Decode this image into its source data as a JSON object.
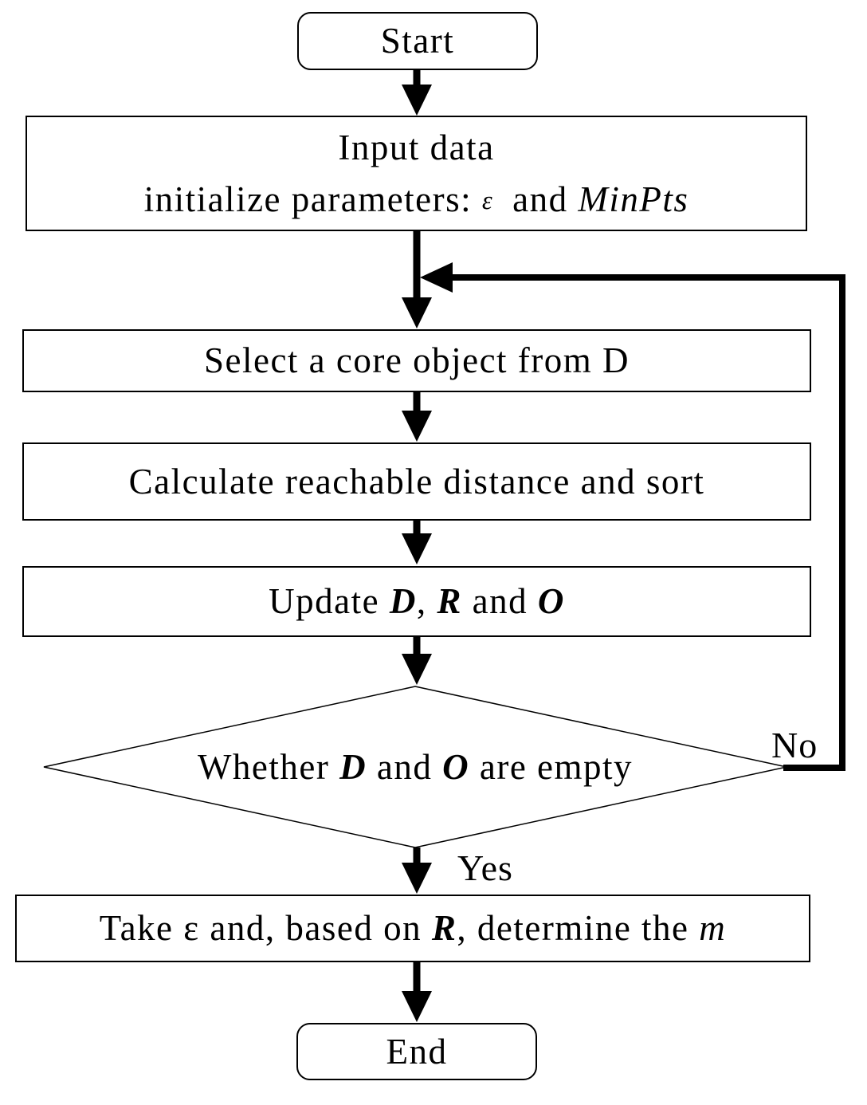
{
  "colors": {
    "ink": "#000000",
    "paper": "#ffffff"
  },
  "labels": {
    "no": "No",
    "yes": "Yes"
  },
  "nodes": [
    {
      "id": "start",
      "shape": "rounded",
      "lines": [
        [
          {
            "t": "Start",
            "s": "n"
          }
        ]
      ]
    },
    {
      "id": "input",
      "shape": "rect",
      "lines": [
        [
          {
            "t": "Input data",
            "s": "n"
          }
        ],
        [
          {
            "t": "initialize parameters: ",
            "s": "n"
          },
          {
            "t": "ε",
            "s": "eps"
          },
          {
            "t": "  and ",
            "s": "n"
          },
          {
            "t": "MinPts",
            "s": "i"
          }
        ]
      ]
    },
    {
      "id": "select",
      "shape": "rect",
      "lines": [
        [
          {
            "t": "Select a core object from D",
            "s": "n"
          }
        ]
      ]
    },
    {
      "id": "calculate",
      "shape": "rect",
      "lines": [
        [
          {
            "t": "Calculate reachable distance and sort",
            "s": "n"
          }
        ]
      ]
    },
    {
      "id": "update",
      "shape": "rect",
      "lines": [
        [
          {
            "t": "Update ",
            "s": "n"
          },
          {
            "t": "D",
            "s": "bi"
          },
          {
            "t": ", ",
            "s": "n"
          },
          {
            "t": "R",
            "s": "bi"
          },
          {
            "t": " and ",
            "s": "n"
          },
          {
            "t": "O",
            "s": "bi"
          }
        ]
      ]
    },
    {
      "id": "decision",
      "shape": "diamond",
      "lines": [
        [
          {
            "t": "Whether ",
            "s": "n"
          },
          {
            "t": "D",
            "s": "bi"
          },
          {
            "t": " and ",
            "s": "n"
          },
          {
            "t": "O",
            "s": "bi"
          },
          {
            "t": " are empty",
            "s": "n"
          }
        ]
      ]
    },
    {
      "id": "take",
      "shape": "rect",
      "lines": [
        [
          {
            "t": "Take ε and, based on ",
            "s": "n"
          },
          {
            "t": "R",
            "s": "bi"
          },
          {
            "t": ", determine the ",
            "s": "n"
          },
          {
            "t": "m",
            "s": "i"
          }
        ]
      ]
    },
    {
      "id": "end",
      "shape": "rounded",
      "lines": [
        [
          {
            "t": "End",
            "s": "n"
          }
        ]
      ]
    }
  ]
}
